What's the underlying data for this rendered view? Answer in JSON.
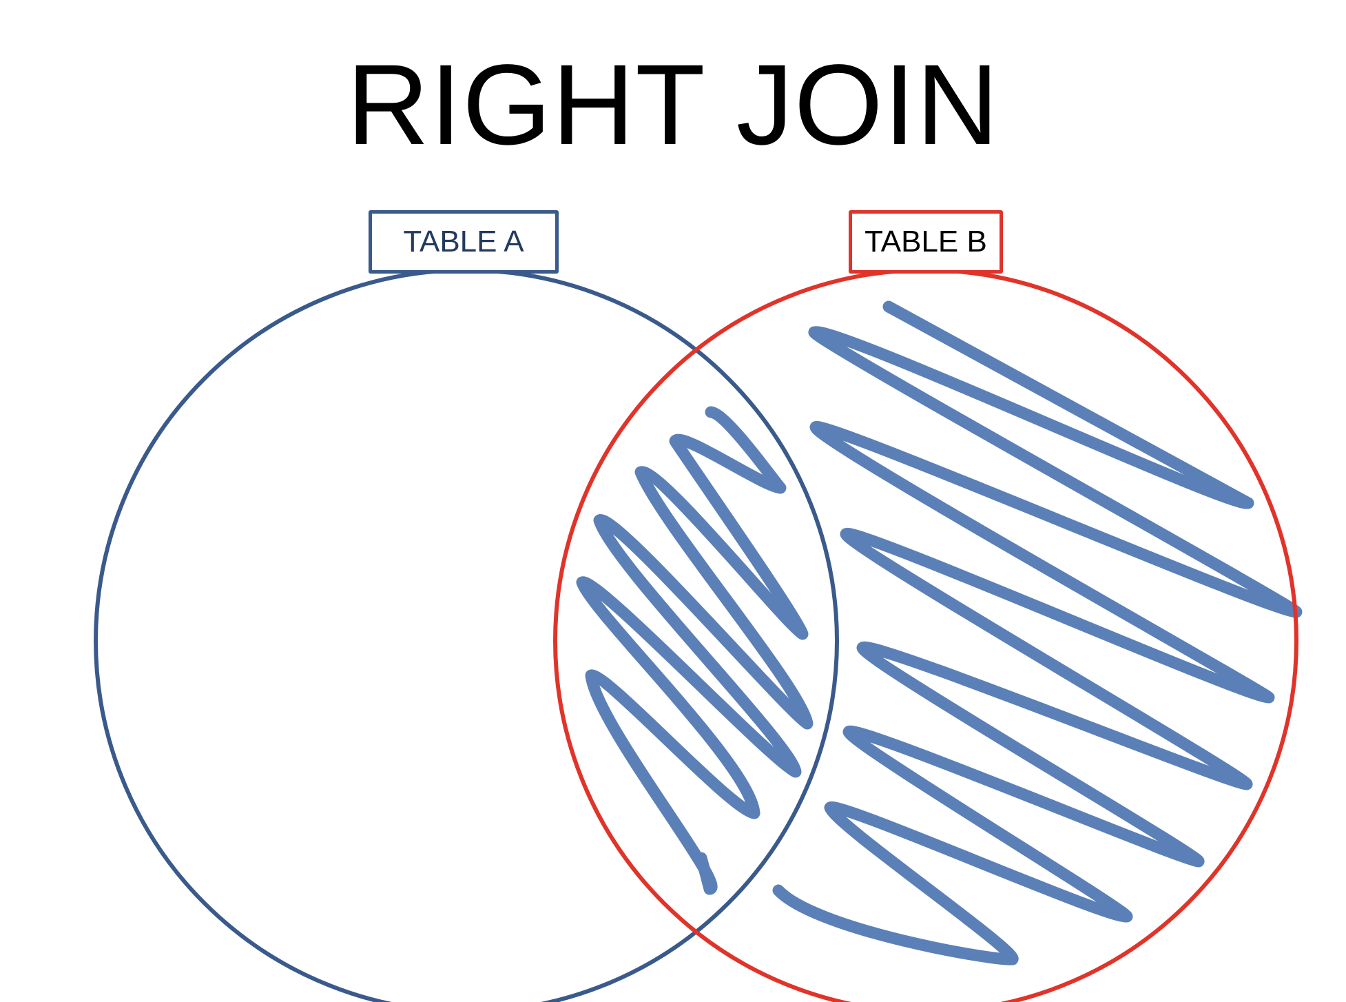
{
  "title": "RIGHT JOIN",
  "table_a": {
    "label": "TABLE A",
    "color": "#3a5a8c"
  },
  "table_b": {
    "label": "TABLE B",
    "color": "#e0342a"
  },
  "shading": {
    "color": "#5b80b8",
    "fills": "table-b"
  }
}
